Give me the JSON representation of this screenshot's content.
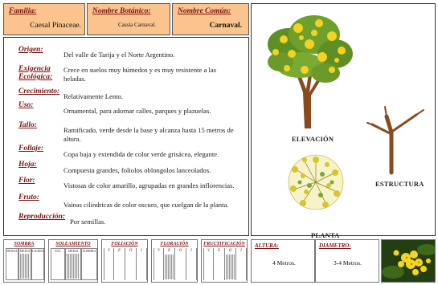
{
  "header": {
    "familia": {
      "label": "Familia:",
      "value": "Caesal Pinaceae."
    },
    "nombre_botanico": {
      "label": "Nombre Botánico:",
      "value": "Cassia Carnaval."
    },
    "nombre_comun": {
      "label": "Nombre Común:",
      "value": "Carnaval."
    }
  },
  "fields": [
    {
      "label": "Origen:",
      "value": "Del valle de Tarija y el Norte Argentino."
    },
    {
      "label": "Exigencia Ecológica:",
      "value": "Crece en suelos muy húmedos y es muy resistente a las heladas."
    },
    {
      "label": "Crecimiento:",
      "value": "Relativamente Lento."
    },
    {
      "label": "Uso:",
      "value": "Ornamental, para adornar calles, parques y plazuelas."
    },
    {
      "label": "Tallo:",
      "value": "Ramificado, verde desde la base y alcanza hasta 15 metros de altura."
    },
    {
      "label": "Follaje:",
      "value": "Copa baja y extendida de color verde grisácea, elegante."
    },
    {
      "label": "Hoja:",
      "value": "Compuesta grandes, foliolos oblongolos lanceolados."
    },
    {
      "label": "Flor:",
      "value": "Vistosas de color amarillo, agrupadas en grandes inflorencias."
    },
    {
      "label": "Fruto:",
      "value": "Vainas cilindricas de color oscuro, que cuelgan de la planta."
    },
    {
      "label": "Reproducción:",
      "value": "Por semillas."
    }
  ],
  "drawings": {
    "elevacion": "ELEVACIÓN",
    "planta": "PLANTA",
    "estructura": "ESTRUCTURA"
  },
  "bottom": {
    "sombra": {
      "title": "SOMBRA",
      "subs": [
        "DENSA",
        "MEDIA",
        "LIGERA"
      ]
    },
    "soleamiento": {
      "title": "SOLEAMIENTO",
      "subs": [
        "SOL",
        "MEDIA SOMBRA",
        "SOMBRA"
      ]
    },
    "foliacion": {
      "title": "FOLIACIÓN",
      "letters": [
        "V",
        "E",
        "O",
        "I"
      ]
    },
    "floracion": {
      "title": "FLORACIÓN",
      "letters": [
        "V",
        "E",
        "O",
        "I"
      ]
    },
    "fructificacion": {
      "title": "FRUCTIFICACIÓN",
      "letters": [
        "V",
        "E",
        "O",
        "I"
      ]
    },
    "altura": {
      "label": "ALTURA:",
      "value": "4 Metros."
    },
    "diametro": {
      "label": "DIAMETRO:",
      "value": "3-4 Metros."
    }
  },
  "colors": {
    "header_bg": "#fbc48e",
    "label_color": "#7a1010",
    "foliage": "#6b9a2a",
    "flower": "#f0d020",
    "trunk": "#8a4a1e"
  }
}
